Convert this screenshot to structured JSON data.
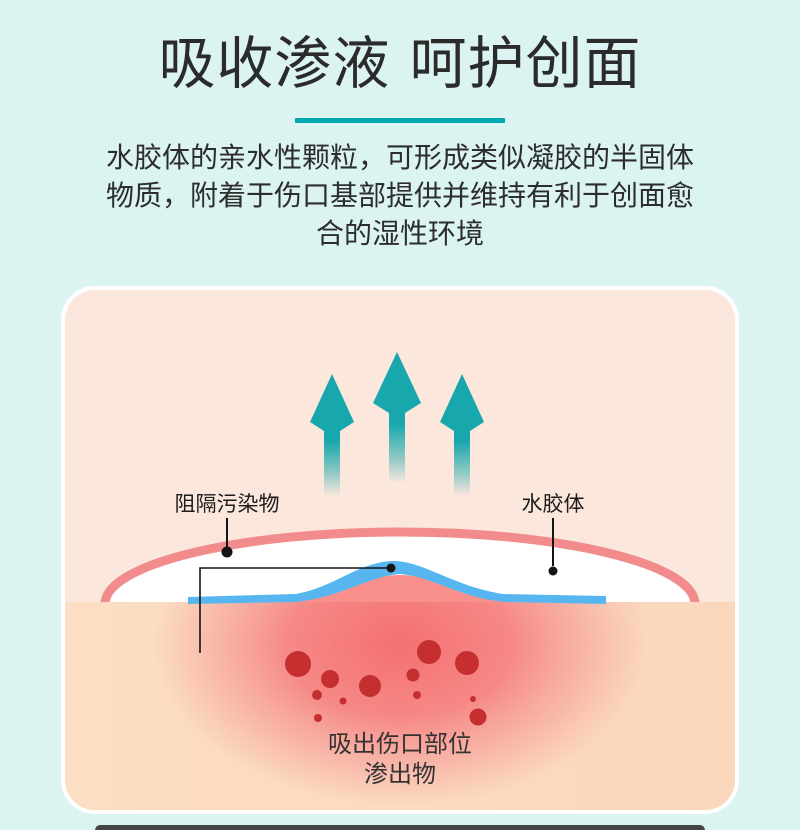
{
  "header": {
    "title": "吸收渗液 呵护创面"
  },
  "description": {
    "line1": "水胶体的亲水性颗粒，可形成类似凝胶的半固体",
    "line2": "物质，附着于伤口基部提供并维持有利于创面愈",
    "line3": "合的湿性环境"
  },
  "diagram": {
    "label_block_contaminants": "阻隔污染物",
    "label_hydrocolloid": "水胶体",
    "caption_line1": "吸出伤口部位",
    "caption_line2": "渗出物",
    "arrow_icon": "up-arrow",
    "arrow_count": 3
  },
  "colors": {
    "page_background": "#DBF4F2",
    "title_text": "#2B2B2B",
    "accent_teal_underline": "#00A9AD",
    "arrow_teal": "#17A7AC",
    "card_background": "#FBE7DC",
    "skin_peach": "#FBDBC0",
    "dressing_outline_pink": "#F28C8C",
    "hydrocolloid_blue": "#57B6F0",
    "wound_red": "#F47575",
    "exudate_dot_red": "#C62F2F"
  }
}
